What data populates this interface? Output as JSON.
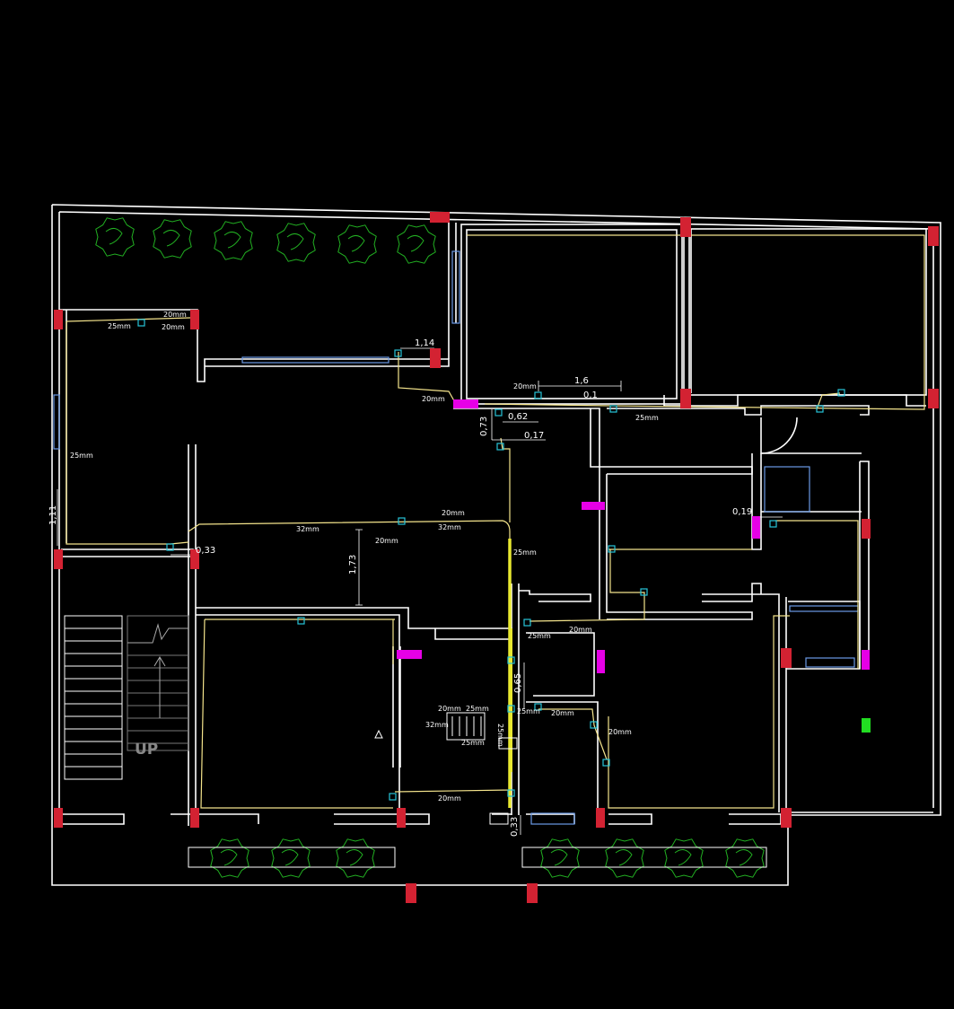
{
  "colors": {
    "background": "#000000",
    "wall": "#ffffff",
    "column": "#d32232",
    "pipe": "#f4e48c",
    "pipe_main": "#e8e830",
    "fitting": "#27c4d8",
    "heater": "#e600e6",
    "window": "#6a9ae6",
    "tree": "#22b022",
    "floor_drain": "#22dd22"
  },
  "icons": {
    "tree": "tree-symbol-icon",
    "fitting": "pipe-fitting-icon",
    "heater": "radiator-icon",
    "column": "column-icon",
    "drain": "floor-drain-icon",
    "arrow": "stair-direction-arrow-icon"
  },
  "stairs": {
    "label": "UP"
  },
  "labels": {
    "pipe_20mm": "20mm",
    "pipe_25mm": "25mm",
    "pipe_32mm": "32mm"
  },
  "dimensions": {
    "d_1_14": "1,14",
    "d_1_6": "1,6",
    "d_0_1": "0,1",
    "d_0_62": "0,62",
    "d_0_73": "0,73",
    "d_0_17": "0,17",
    "d_0_19": "0,19",
    "d_1_11": "1,11",
    "d_0_33": "0,33",
    "d_1_73": "1,73",
    "d_0_65": "0,65",
    "d_0_33b": "0,33"
  }
}
